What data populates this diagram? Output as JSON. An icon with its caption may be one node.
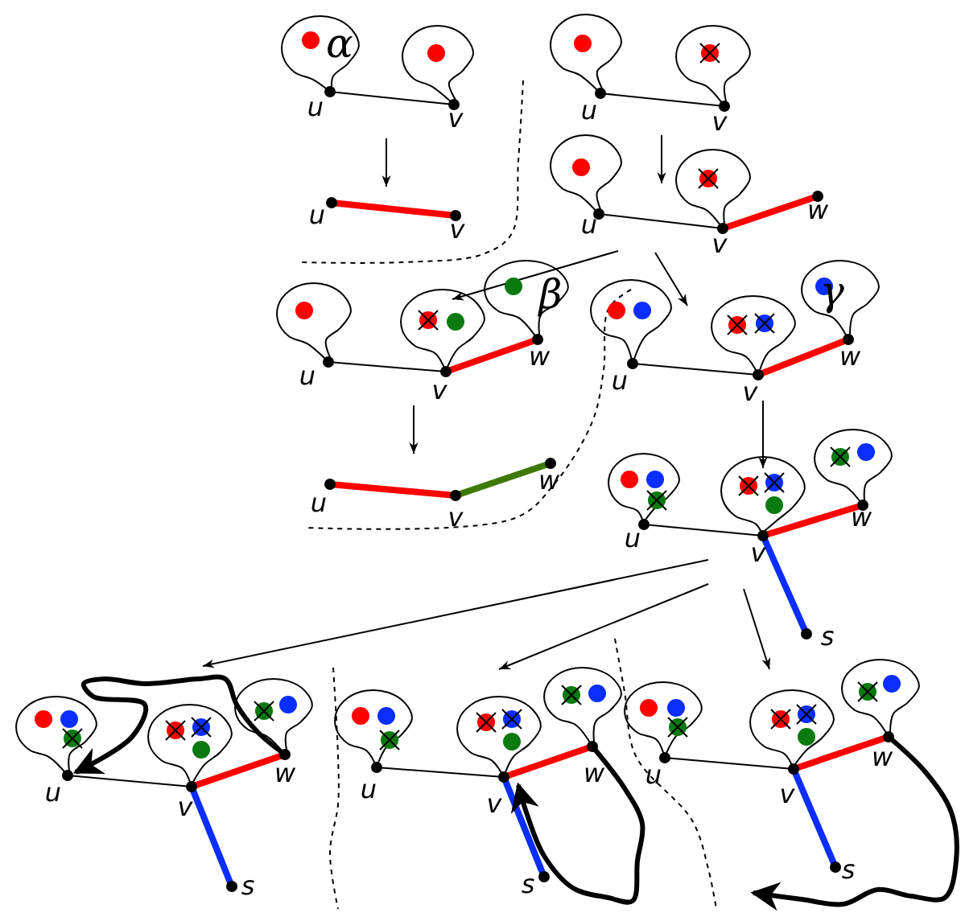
{
  "diagram": {
    "nodes": [
      {
        "text": [
          "α",
          "u",
          "v"
        ]
      },
      {
        "text": [
          "u",
          "v"
        ]
      },
      {
        "text": [
          "u",
          "v"
        ]
      },
      {
        "text": [
          "u",
          "v",
          "w"
        ]
      },
      {
        "text": [
          "β",
          "u",
          "v",
          "w"
        ]
      },
      {
        "text": [
          "γ",
          "u",
          "v",
          "w"
        ]
      },
      {
        "text": [
          "u",
          "v",
          "w"
        ]
      },
      {
        "text": [
          "u",
          "v",
          "w",
          "s"
        ]
      },
      {
        "text": [
          "u",
          "v",
          "w",
          "s"
        ]
      },
      {
        "text": [
          "u",
          "v",
          "w",
          "s"
        ]
      },
      {
        "text": [
          "u",
          "v",
          "w",
          "s"
        ]
      }
    ],
    "edges": [
      {
        "from": 0,
        "to": 2,
        "arrow": "to"
      },
      {
        "from": 1,
        "to": 3,
        "arrow": "to"
      },
      {
        "from": 3,
        "to": 4,
        "arrow": "to"
      },
      {
        "from": 3,
        "to": 5,
        "arrow": "to"
      },
      {
        "from": 4,
        "to": 6,
        "arrow": "to"
      },
      {
        "from": 5,
        "to": 7,
        "arrow": "to"
      },
      {
        "from": 7,
        "to": 8,
        "arrow": "to"
      },
      {
        "from": 7,
        "to": 9,
        "arrow": "to"
      },
      {
        "from": 7,
        "to": 10,
        "arrow": "to"
      }
    ]
  }
}
